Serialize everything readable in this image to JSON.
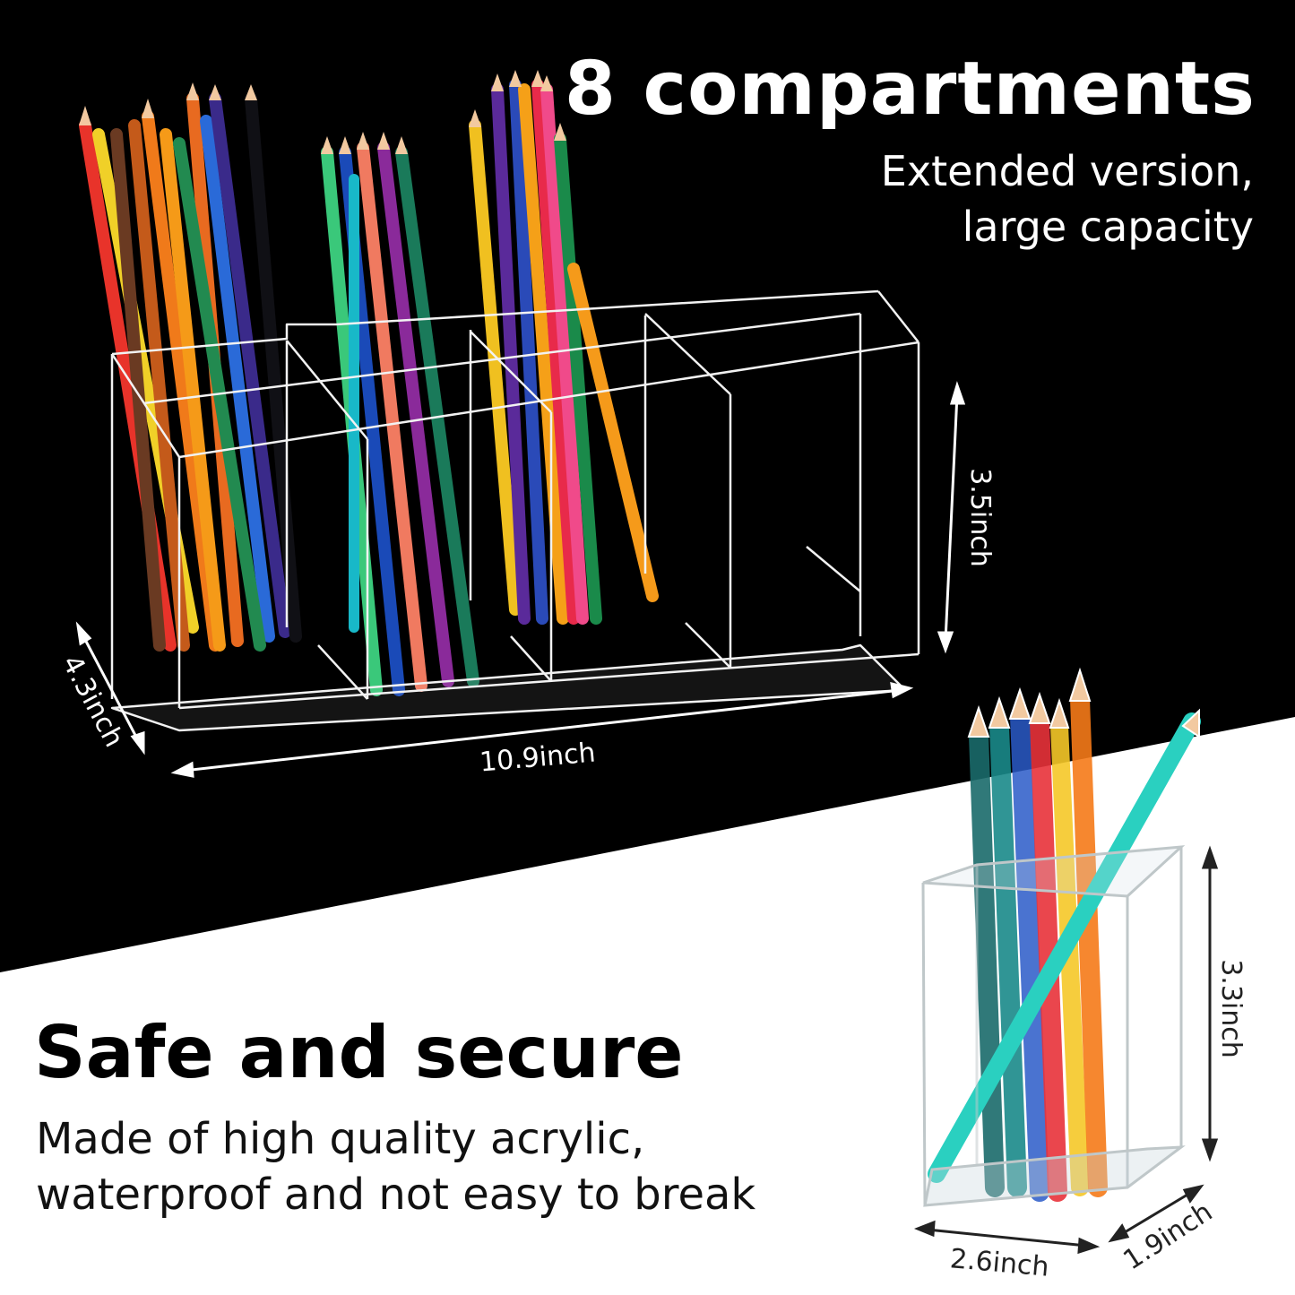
{
  "hero": {
    "title": "8 compartments",
    "subtitle_line1": "Extended version,",
    "subtitle_line2": "large capacity"
  },
  "feature": {
    "title": "Safe and secure",
    "desc_line1": "Made of high quality acrylic,",
    "desc_line2": "waterproof and not easy to break"
  },
  "organizer_dims": {
    "height": "3.5inch",
    "depth": "4.3inch",
    "width": "10.9inch"
  },
  "cup_dims": {
    "height": "3.3inch",
    "width": "2.6inch",
    "depth": "1.9inch"
  },
  "colors": {
    "background_top": "#000000",
    "background_bottom": "#ffffff"
  }
}
